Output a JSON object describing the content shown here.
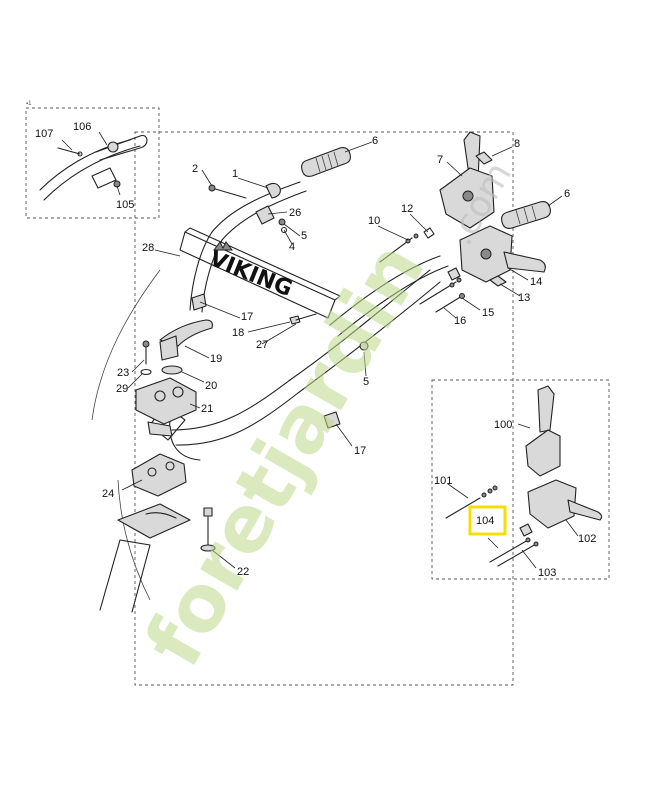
{
  "diagram": {
    "brand_text": "VIKING",
    "highlight_color": "#f2e100",
    "highlighted_part": "104",
    "watermark": {
      "main": "foretjardin",
      "suffix": ".com",
      "color_main": "#bcd98a",
      "color_suffix": "#bdbdbd"
    },
    "part_labels": {
      "p1": "1",
      "p2": "2",
      "p4": "4",
      "p5a": "5",
      "p5b": "5",
      "p6a": "6",
      "p6b": "6",
      "p7": "7",
      "p8": "8",
      "p10": "10",
      "p12": "12",
      "p13": "13",
      "p14": "14",
      "p15": "15",
      "p16": "16",
      "p17a": "17",
      "p17b": "17",
      "p18": "18",
      "p19": "19",
      "p20": "20",
      "p21": "21",
      "p22": "22",
      "p23": "23",
      "p24": "24",
      "p26": "26",
      "p27": "27",
      "p28": "28",
      "p29": "29",
      "p100": "100",
      "p101": "101",
      "p102": "102",
      "p103": "103",
      "p104": "104",
      "p105": "105",
      "p106": "106",
      "p107": "107"
    }
  }
}
